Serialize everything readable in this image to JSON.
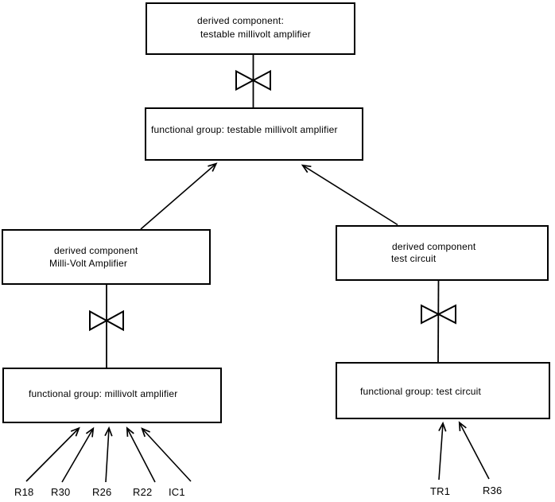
{
  "diagram": {
    "background_color": "#ffffff",
    "line_color": "#000000",
    "boxes": {
      "derived_testable": {
        "line1": "derived component:",
        "line2": "testable millivolt amplifier"
      },
      "fg_testable": {
        "label": "functional group: testable millivolt amplifier"
      },
      "derived_mva": {
        "line1": "derived component",
        "line2": "Milli-Volt Amplifier"
      },
      "derived_test": {
        "line1": "derived component",
        "line2": "test circuit"
      },
      "fg_mva": {
        "label": "functional group: millivolt amplifier"
      },
      "fg_test": {
        "label": "functional group: test circuit"
      }
    },
    "component_labels": {
      "r18": "R18",
      "r30": "R30",
      "r26": "R26",
      "r22": "R22",
      "ic1": "IC1",
      "tr1": "TR1",
      "r36": "R36"
    }
  }
}
